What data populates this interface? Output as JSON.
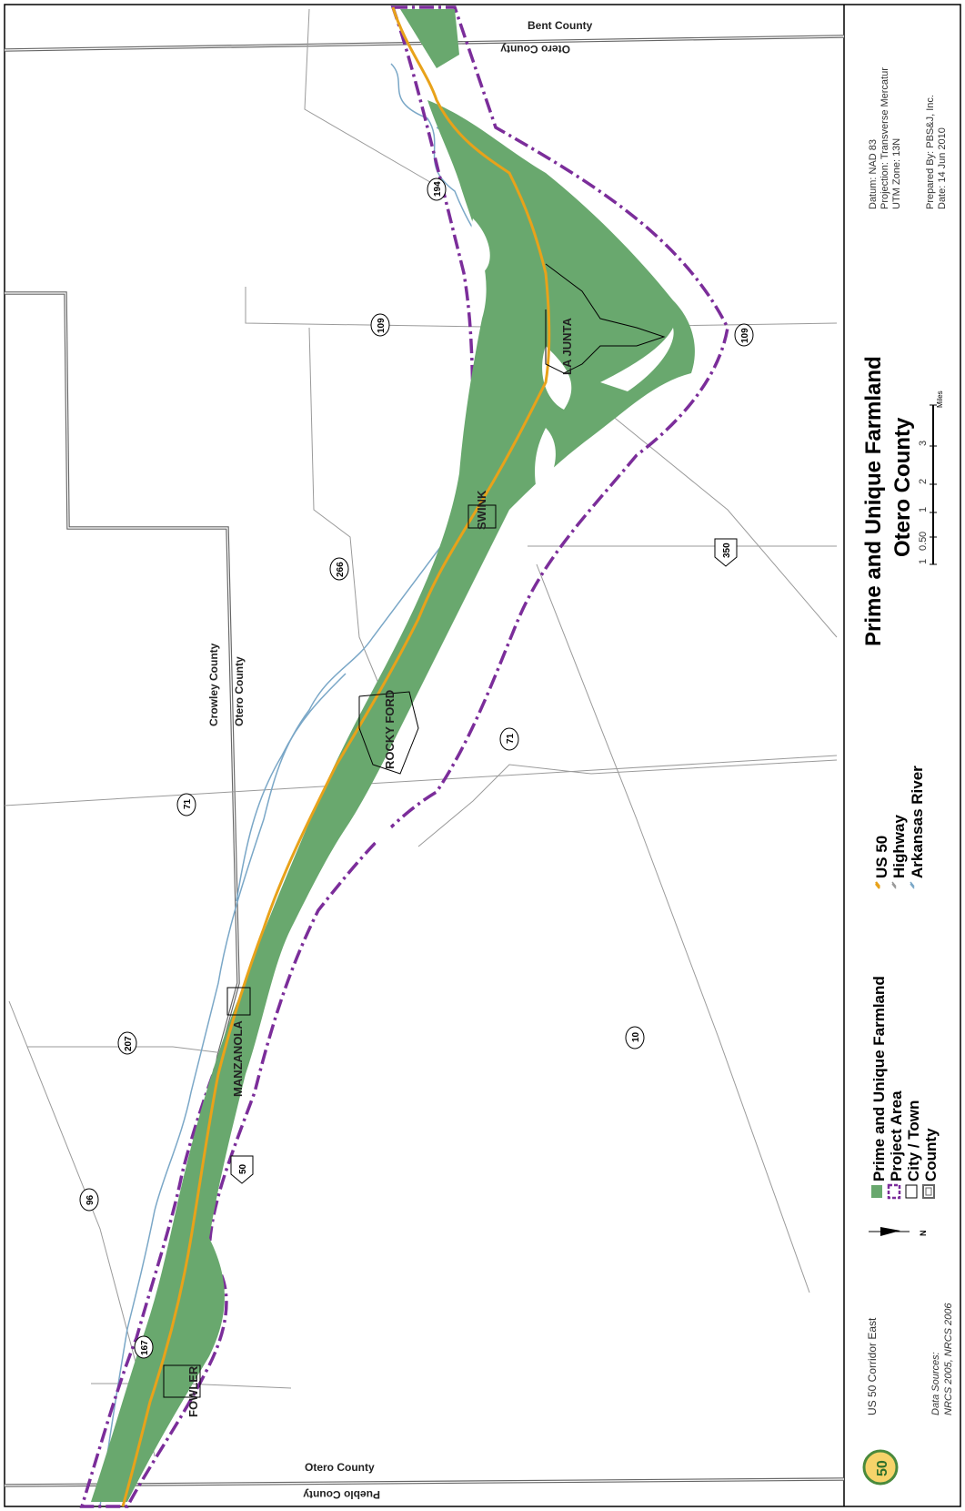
{
  "title": {
    "line1": "Prime and Unique Farmland",
    "line2": "Otero County"
  },
  "map_info": {
    "datum": "Datum: NAD 83",
    "projection": "Projection: Transverse Mercatur",
    "zone": "UTM Zone: 13N",
    "prepared_by": "Prepared By: PBS&J, Inc.",
    "date": "Date: 14 Jun 2010"
  },
  "credits": {
    "corridor": "US 50 Corridor East",
    "sources_label": "Data Sources:",
    "sources": "NRCS 2005, NRCS 2006",
    "logo_text": "50"
  },
  "legend": {
    "left": [
      {
        "label": "Prime and Unique Farmland",
        "symbol": "fill",
        "color": "#69a86e"
      },
      {
        "label": "Project Area",
        "symbol": "dashed-outline",
        "color": "#7b2d9a"
      },
      {
        "label": "City / Town",
        "symbol": "outline",
        "color": "#000000"
      },
      {
        "label": "County",
        "symbol": "double-outline",
        "color": "#666666"
      }
    ],
    "right": [
      {
        "label": "US 50",
        "symbol": "line",
        "color": "#e8a21a"
      },
      {
        "label": "Highway",
        "symbol": "line",
        "color": "#999999"
      },
      {
        "label": "Arkansas River",
        "symbol": "line",
        "color": "#7aa7c7"
      }
    ]
  },
  "scale_bar": {
    "ticks": [
      "1",
      "0.5",
      "0",
      "1",
      "2",
      "3"
    ],
    "unit": "Miles"
  },
  "north_arrow": {
    "label": "N"
  },
  "counties": {
    "bent": "Bent County",
    "otero_east": "Otero County",
    "crowley": "Crowley County",
    "otero_north": "Otero County",
    "otero_west": "Otero County",
    "pueblo": "Pueblo County"
  },
  "towns": {
    "la_junta": "LA JUNTA",
    "swink": "SWINK",
    "rocky_ford": "ROCKY FORD",
    "manzanola": "MANZANOLA",
    "fowler": "FOWLER"
  },
  "highways": {
    "h194": "194",
    "h109_a": "109",
    "h109_b": "109",
    "h266": "266",
    "h350": "350",
    "h71_a": "71",
    "h71_b": "71",
    "h10": "10",
    "h207": "207",
    "h96": "96",
    "h167": "167",
    "h50": "50"
  },
  "colors": {
    "farmland": "#69a86e",
    "project_area": "#7b2d9a",
    "us50": "#e8a21a",
    "highway": "#999999",
    "river": "#7aa7c7",
    "county": "#666666"
  }
}
